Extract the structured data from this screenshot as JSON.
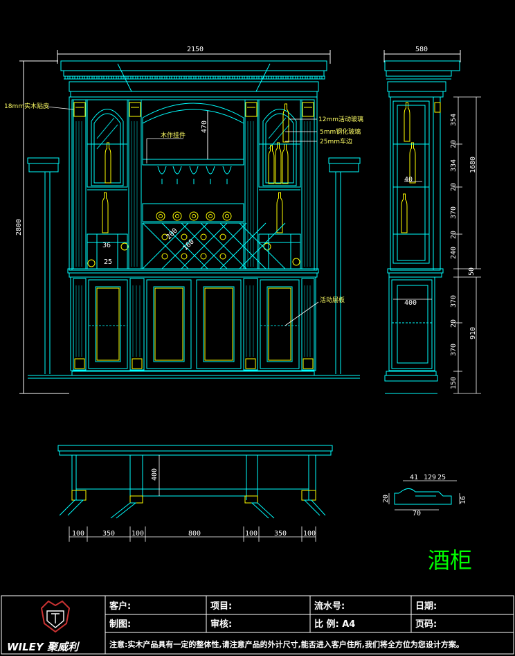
{
  "drawing": {
    "title": "酒柜",
    "front_width": "2150",
    "side_width": "580",
    "front_height": "2800",
    "upper_height": "1680",
    "lower_height": "910",
    "dim_470": "470",
    "dim_36": "36",
    "dim_25": "25",
    "dim_200": "200",
    "dim_100": "100",
    "dim_160": "160",
    "side_dims": [
      "354",
      "334",
      "370",
      "240",
      "370",
      "370",
      "150"
    ],
    "side_small_dims": [
      "20",
      "20",
      "20",
      "50",
      "20"
    ],
    "side_40": "40",
    "side_400": "400",
    "plan_400": "400",
    "plan_dims": [
      "100",
      "350",
      "100",
      "800",
      "100",
      "350",
      "100"
    ],
    "profile_dims": [
      "41",
      "129",
      "25",
      "20",
      "16",
      "70"
    ]
  },
  "notes": {
    "left_top": "18mm实木贴皮",
    "wood_rack": "木作挂件",
    "glass_12": "12mm活动玻璃",
    "glass_5": "5mm钢化玻璃",
    "edge_25": "25mm车边",
    "shelf": "活动层板"
  },
  "titleblock": {
    "brand": "WILEY 聚威利",
    "client": "客户:",
    "project": "项目:",
    "serial": "流水号:",
    "date": "日期:",
    "drafter": "制图:",
    "reviewer": "审核:",
    "scale": "比    例: A4",
    "page": "页码:",
    "remark": "注意:实木产品具有一定的整体性,请注意产品的外计尺寸,能否进入客户住所,我们将全方位为您设计方案。"
  },
  "colors": {
    "background": "#000000",
    "line_cyan": "#00ffff",
    "line_yellow": "#ffff00",
    "line_white": "#ffffff",
    "text_green": "#00ff00",
    "logo_red": "#cc3333"
  }
}
